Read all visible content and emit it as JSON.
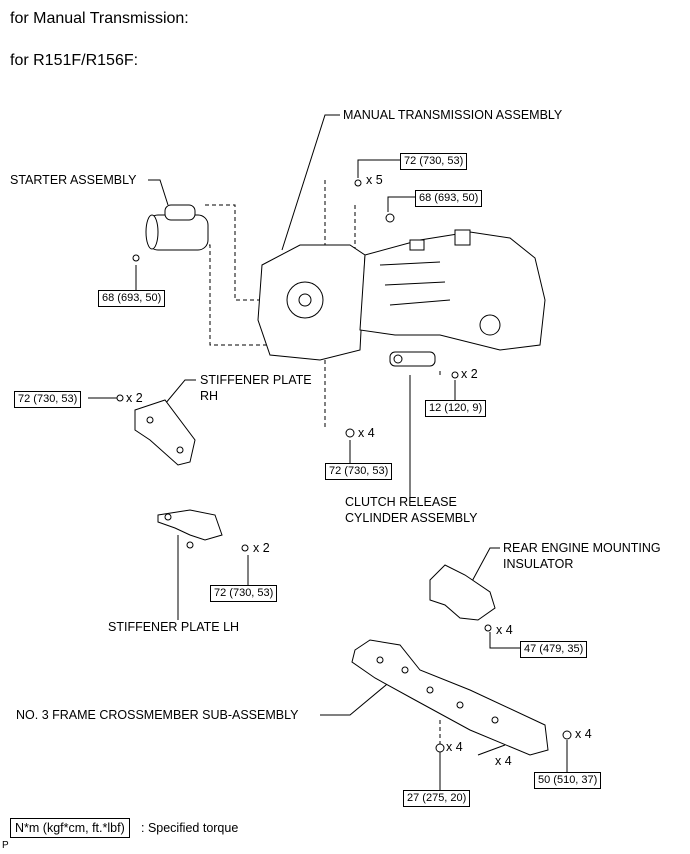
{
  "header": {
    "line1": "for Manual Transmission:",
    "line2": "for R151F/R156F:"
  },
  "labels": {
    "manual_transmission": "MANUAL TRANSMISSION ASSEMBLY",
    "starter": "STARTER ASSEMBLY",
    "stiffener_rh_1": "STIFFENER PLATE",
    "stiffener_rh_2": "RH",
    "clutch_1": "CLUTCH RELEASE",
    "clutch_2": "CYLINDER ASSEMBLY",
    "stiffener_lh": "STIFFENER PLATE LH",
    "rear_mount_1": "REAR  ENGINE MOUNTING",
    "rear_mount_2": "INSULATOR",
    "crossmember": "NO. 3 FRAME CROSSMEMBER SUB-ASSEMBLY"
  },
  "torques": {
    "t_top": "72 (730, 53)",
    "t_top2": "68 (693, 50)",
    "t_starter": "68 (693, 50)",
    "t_rh": "72 (730, 53)",
    "t_clutch": "12 (120, 9)",
    "t_mid": "72 (730, 53)",
    "t_lh": "72 (730, 53)",
    "t_rear": "47 (479, 35)",
    "t_cross_left": "27 (275, 20)",
    "t_cross_right": "50 (510, 37)"
  },
  "quantities": {
    "q_top": "x 5",
    "q_rh": "x 2",
    "q_clutch": "x 2",
    "q_mid": "x 4",
    "q_lh": "x 2",
    "q_rear": "x 4",
    "q_cross1": "x 4",
    "q_cross2": "x 4",
    "q_cross3": "x 4"
  },
  "legend": {
    "unit": "N*m (kgf*cm, ft.*lbf)",
    "text": ": Specified torque"
  },
  "corner_mark": "P"
}
